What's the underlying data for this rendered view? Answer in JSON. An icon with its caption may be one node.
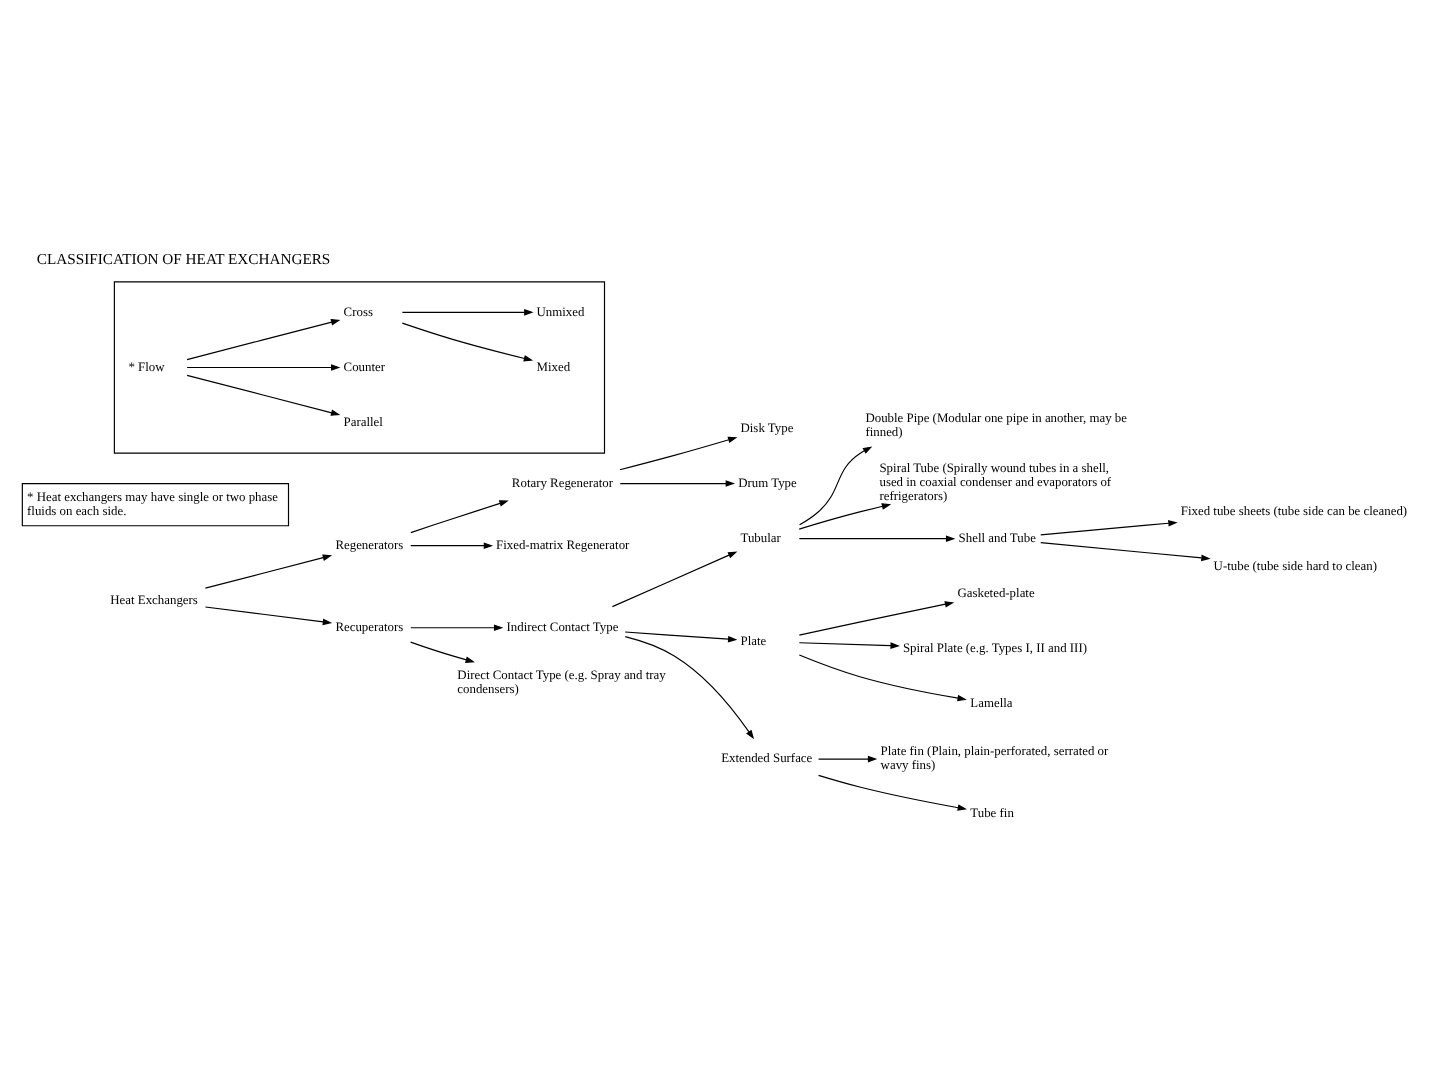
{
  "diagram": {
    "title": "CLASSIFICATION OF HEAT EXCHANGERS",
    "nodes": [
      {
        "text": [
          "Heat Exchangers"
        ]
      },
      {
        "text": [
          "Regenerators"
        ]
      },
      {
        "text": [
          "Rotary Regenerator"
        ]
      },
      {
        "text": [
          "Disk Type"
        ]
      },
      {
        "text": [
          "Drum Type"
        ]
      },
      {
        "text": [
          "Fixed-matrix Regenerator"
        ]
      },
      {
        "text": [
          "Recuperators"
        ]
      },
      {
        "text": [
          "Indirect Contact Type"
        ]
      },
      {
        "text": [
          "Tubular"
        ]
      },
      {
        "text": [
          "Double Pipe (Modular one pipe in another, may be finned)"
        ]
      },
      {
        "text": [
          "Spiral Tube (Spirally wound tubes in a shell, used in coaxial condenser and evaporators of refrigerators)"
        ]
      },
      {
        "text": [
          "Shell and Tube"
        ]
      },
      {
        "text": [
          "Fixed tube sheets (tube side can be cleaned)"
        ]
      },
      {
        "text": [
          "U-tube (tube side hard to clean)"
        ]
      },
      {
        "text": [
          "Plate"
        ]
      },
      {
        "text": [
          "Gasketed-plate"
        ]
      },
      {
        "text": [
          "Spiral Plate (e.g. Types I, II and III)"
        ]
      },
      {
        "text": [
          "Lamella"
        ]
      },
      {
        "text": [
          "Extended Surface"
        ]
      },
      {
        "text": [
          "Plate fin (Plain, plain-perforated, serrated or wavy fins)"
        ]
      },
      {
        "text": [
          "Tube fin"
        ]
      },
      {
        "text": [
          "Direct Contact Type (e.g. Spray and tray condensers)"
        ]
      },
      {
        "text": [
          "* Heat exchangers may have single or two phase fluids on each side."
        ]
      },
      {
        "text": [],
        "shape": "box"
      },
      {
        "text": [
          "* Flow"
        ],
        "in": 23
      },
      {
        "text": [
          "Parallel"
        ],
        "in": 23
      },
      {
        "text": [
          "Counter"
        ],
        "in": 23
      },
      {
        "text": [
          "Cross"
        ],
        "in": 23
      },
      {
        "text": [
          "Mixed"
        ],
        "in": 23
      },
      {
        "text": [
          "Unmixed"
        ],
        "in": 23
      }
    ],
    "edges": [
      {
        "from": 0,
        "to": 1,
        "arrow": "to"
      },
      {
        "from": 0,
        "to": 6,
        "arrow": "to"
      },
      {
        "from": 1,
        "to": 2,
        "arrow": "to"
      },
      {
        "from": 1,
        "to": 5,
        "arrow": "to"
      },
      {
        "from": 2,
        "to": 3,
        "arrow": "to"
      },
      {
        "from": 2,
        "to": 4,
        "arrow": "to"
      },
      {
        "from": 6,
        "to": 7,
        "arrow": "to"
      },
      {
        "from": 6,
        "to": 21,
        "arrow": "to"
      },
      {
        "from": 7,
        "to": 8,
        "arrow": "to"
      },
      {
        "from": 7,
        "to": 14,
        "arrow": "to"
      },
      {
        "from": 7,
        "to": 18,
        "arrow": "to"
      },
      {
        "from": 8,
        "to": 9,
        "arrow": "to"
      },
      {
        "from": 8,
        "to": 10,
        "arrow": "to"
      },
      {
        "from": 8,
        "to": 11,
        "arrow": "to"
      },
      {
        "from": 11,
        "to": 12,
        "arrow": "to"
      },
      {
        "from": 11,
        "to": 13,
        "arrow": "to"
      },
      {
        "from": 14,
        "to": 15,
        "arrow": "to"
      },
      {
        "from": 14,
        "to": 16,
        "arrow": "to"
      },
      {
        "from": 14,
        "to": 17,
        "arrow": "to"
      },
      {
        "from": 18,
        "to": 19,
        "arrow": "to"
      },
      {
        "from": 18,
        "to": 20,
        "arrow": "to"
      },
      {
        "from": 24,
        "to": 25,
        "arrow": "to"
      },
      {
        "from": 24,
        "to": 26,
        "arrow": "to"
      },
      {
        "from": 24,
        "to": 27,
        "arrow": "to"
      },
      {
        "from": 27,
        "to": 28,
        "arrow": "to"
      },
      {
        "from": 27,
        "to": 29,
        "arrow": "to"
      }
    ]
  }
}
